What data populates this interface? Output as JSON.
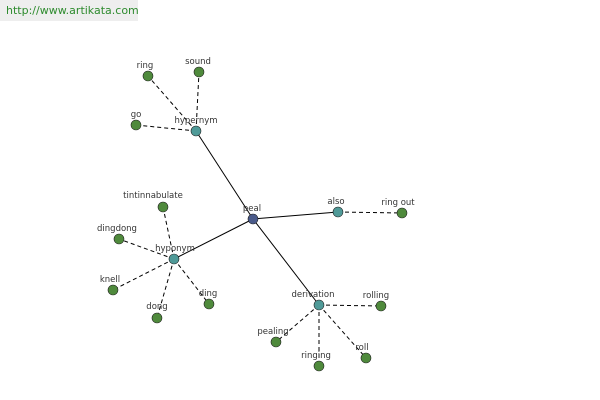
{
  "url": "http://www.artikata.com",
  "colors": {
    "center": "#4a5a8a",
    "relation": "#4f9a98",
    "leaf": "#4f8a3c"
  },
  "nodes": [
    {
      "id": "peal",
      "label": "peal",
      "kind": "center"
    },
    {
      "id": "hypernym",
      "label": "hypernym",
      "kind": "relation"
    },
    {
      "id": "hyponym",
      "label": "hyponym",
      "kind": "relation"
    },
    {
      "id": "also",
      "label": "also",
      "kind": "relation"
    },
    {
      "id": "derivation",
      "label": "derivation",
      "kind": "relation"
    },
    {
      "id": "ring",
      "label": "ring",
      "kind": "leaf"
    },
    {
      "id": "sound",
      "label": "sound",
      "kind": "leaf"
    },
    {
      "id": "go",
      "label": "go",
      "kind": "leaf"
    },
    {
      "id": "tintinnabulate",
      "label": "tintinnabulate",
      "kind": "leaf"
    },
    {
      "id": "dingdong",
      "label": "dingdong",
      "kind": "leaf"
    },
    {
      "id": "knell",
      "label": "knell",
      "kind": "leaf"
    },
    {
      "id": "dong",
      "label": "dong",
      "kind": "leaf"
    },
    {
      "id": "ding",
      "label": "ding",
      "kind": "leaf"
    },
    {
      "id": "ring_out",
      "label": "ring out",
      "kind": "leaf"
    },
    {
      "id": "rolling",
      "label": "rolling",
      "kind": "leaf"
    },
    {
      "id": "pealing",
      "label": "pealing",
      "kind": "leaf"
    },
    {
      "id": "ringing",
      "label": "ringing",
      "kind": "leaf"
    },
    {
      "id": "roll",
      "label": "roll",
      "kind": "leaf"
    }
  ],
  "edges": [
    {
      "from": "peal",
      "to": "hypernym",
      "style": "solid"
    },
    {
      "from": "peal",
      "to": "hyponym",
      "style": "solid"
    },
    {
      "from": "peal",
      "to": "also",
      "style": "solid"
    },
    {
      "from": "peal",
      "to": "derivation",
      "style": "solid"
    },
    {
      "from": "hypernym",
      "to": "ring",
      "style": "dashed"
    },
    {
      "from": "hypernym",
      "to": "sound",
      "style": "dashed"
    },
    {
      "from": "hypernym",
      "to": "go",
      "style": "dashed"
    },
    {
      "from": "hyponym",
      "to": "tintinnabulate",
      "style": "dashed"
    },
    {
      "from": "hyponym",
      "to": "dingdong",
      "style": "dashed"
    },
    {
      "from": "hyponym",
      "to": "knell",
      "style": "dashed"
    },
    {
      "from": "hyponym",
      "to": "dong",
      "style": "dashed"
    },
    {
      "from": "hyponym",
      "to": "ding",
      "style": "dashed"
    },
    {
      "from": "also",
      "to": "ring_out",
      "style": "dashed"
    },
    {
      "from": "derivation",
      "to": "rolling",
      "style": "dashed"
    },
    {
      "from": "derivation",
      "to": "pealing",
      "style": "dashed"
    },
    {
      "from": "derivation",
      "to": "ringing",
      "style": "dashed"
    },
    {
      "from": "derivation",
      "to": "roll",
      "style": "dashed"
    }
  ]
}
